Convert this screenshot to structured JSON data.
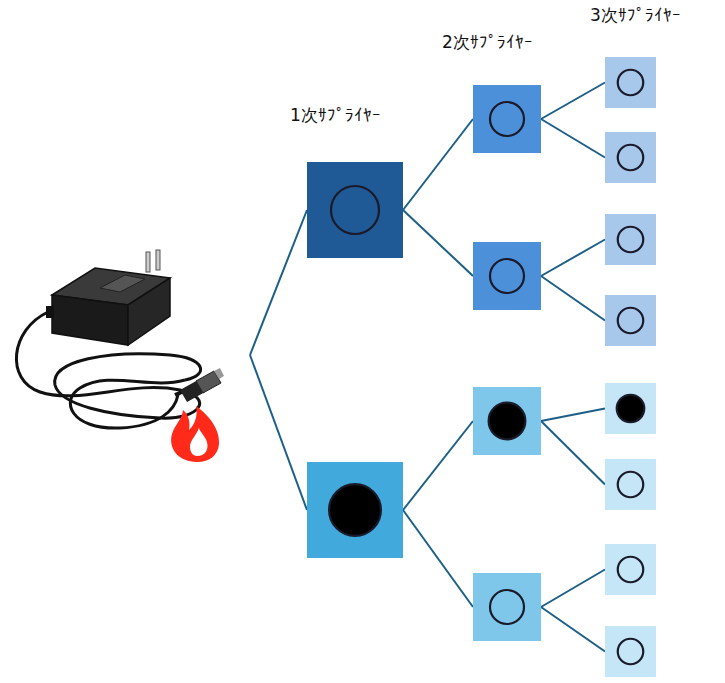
{
  "diagram": {
    "nodes": [
      {
        "text": []
      },
      {
        "text": []
      },
      {
        "text": []
      },
      {
        "text": []
      },
      {
        "text": []
      },
      {
        "text": []
      },
      {
        "text": []
      },
      {
        "text": []
      },
      {
        "text": []
      },
      {
        "text": []
      },
      {
        "text": []
      },
      {
        "text": []
      },
      {
        "text": []
      },
      {
        "text": []
      }
    ],
    "edges": [
      {
        "from": 0,
        "to": 2,
        "arrow": "none"
      },
      {
        "from": 0,
        "to": 3,
        "arrow": "none"
      },
      {
        "from": 1,
        "to": 4,
        "arrow": "none"
      },
      {
        "from": 1,
        "to": 5,
        "arrow": "none"
      },
      {
        "from": 2,
        "to": 6,
        "arrow": "none"
      },
      {
        "from": 2,
        "to": 7,
        "arrow": "none"
      },
      {
        "from": 3,
        "to": 8,
        "arrow": "none"
      },
      {
        "from": 3,
        "to": 9,
        "arrow": "none"
      },
      {
        "from": 4,
        "to": 10,
        "arrow": "none"
      },
      {
        "from": 4,
        "to": 11,
        "arrow": "none"
      },
      {
        "from": 5,
        "to": 12,
        "arrow": "none"
      },
      {
        "from": 5,
        "to": 13,
        "arrow": "none"
      }
    ],
    "labels": [
      "1次ｻﾌﾟﾗｲﾔｰ",
      "2次ｻﾌﾟﾗｲﾔｰ",
      "3次ｻﾌﾟﾗｲﾔｰ"
    ]
  }
}
